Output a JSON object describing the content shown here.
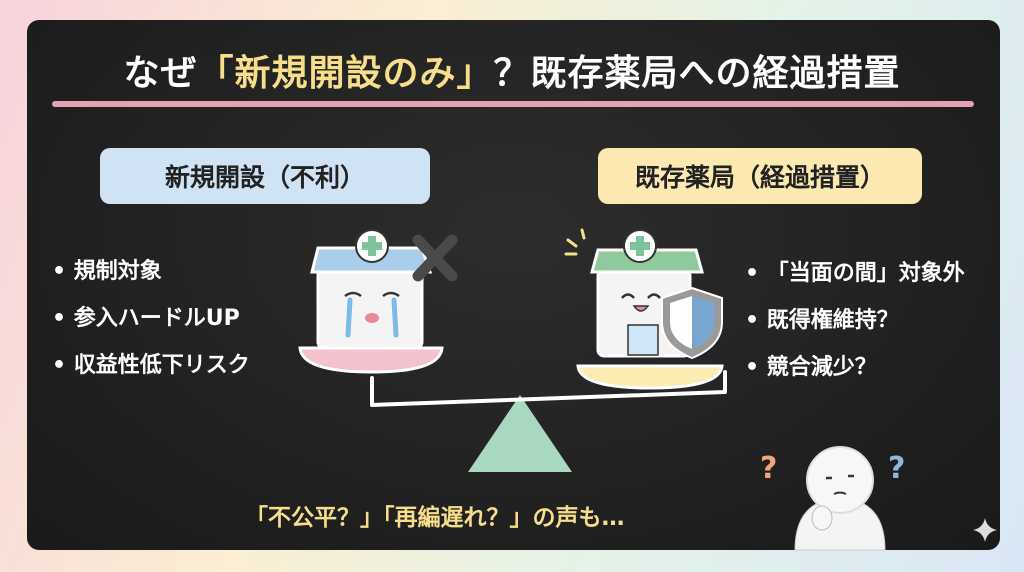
{
  "title": {
    "prefix": "なぜ",
    "highlight": "「新規開設のみ」",
    "suffix": "？既存薬局への経過措置"
  },
  "left": {
    "label": "新規開設（不利）",
    "bullets": [
      "規制対象",
      "参入ハードルUP",
      "収益性低下リスク"
    ]
  },
  "right": {
    "label": "既存薬局（経過措置）",
    "bullets": [
      "「当面の間」対象外",
      "既得権維持？",
      "競合減少？"
    ]
  },
  "bottom_text": "「不公平？」「再編遅れ？」の声も…",
  "colors": {
    "board": "#222222",
    "accent_yellow": "#f6de8a",
    "accent_pink": "#e7a1b3",
    "label_blue": "#cfe3f5",
    "label_yellow": "#fbe9b1",
    "fulcrum": "#a8d8c0"
  }
}
